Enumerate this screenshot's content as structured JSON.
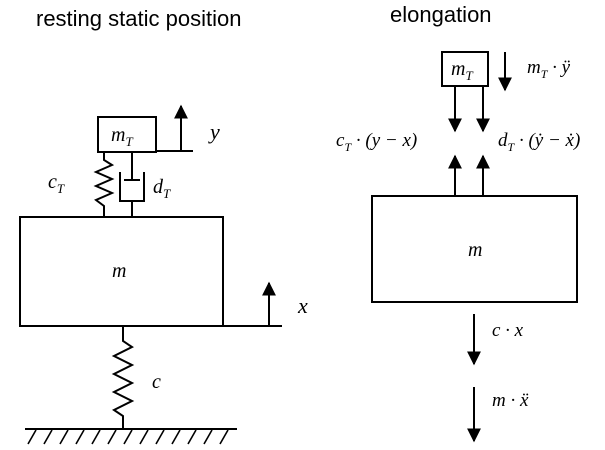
{
  "left_diagram": {
    "title": "resting static position",
    "top_mass": {
      "base": "m",
      "sub": "T"
    },
    "main_mass": "m",
    "spring_top": {
      "base": "c",
      "sub": "T"
    },
    "damper_top": {
      "base": "d",
      "sub": "T"
    },
    "spring_bottom": "c",
    "coord_top": "y",
    "coord_main": "x"
  },
  "right_diagram": {
    "title": "elongation",
    "top_mass": {
      "base": "m",
      "sub": "T"
    },
    "main_mass": "m",
    "force_inertia_top": {
      "base": "m",
      "sub": "T",
      "tail": " · ÿ"
    },
    "force_spring_top": {
      "base": "c",
      "sub": "T",
      "tail": " · (y − x)"
    },
    "force_damper_top": {
      "base": "d",
      "sub": "T",
      "tail": " · (ẏ − ẋ)"
    },
    "force_spring_bottom": "c · x",
    "force_inertia_main": "m · ẍ"
  }
}
